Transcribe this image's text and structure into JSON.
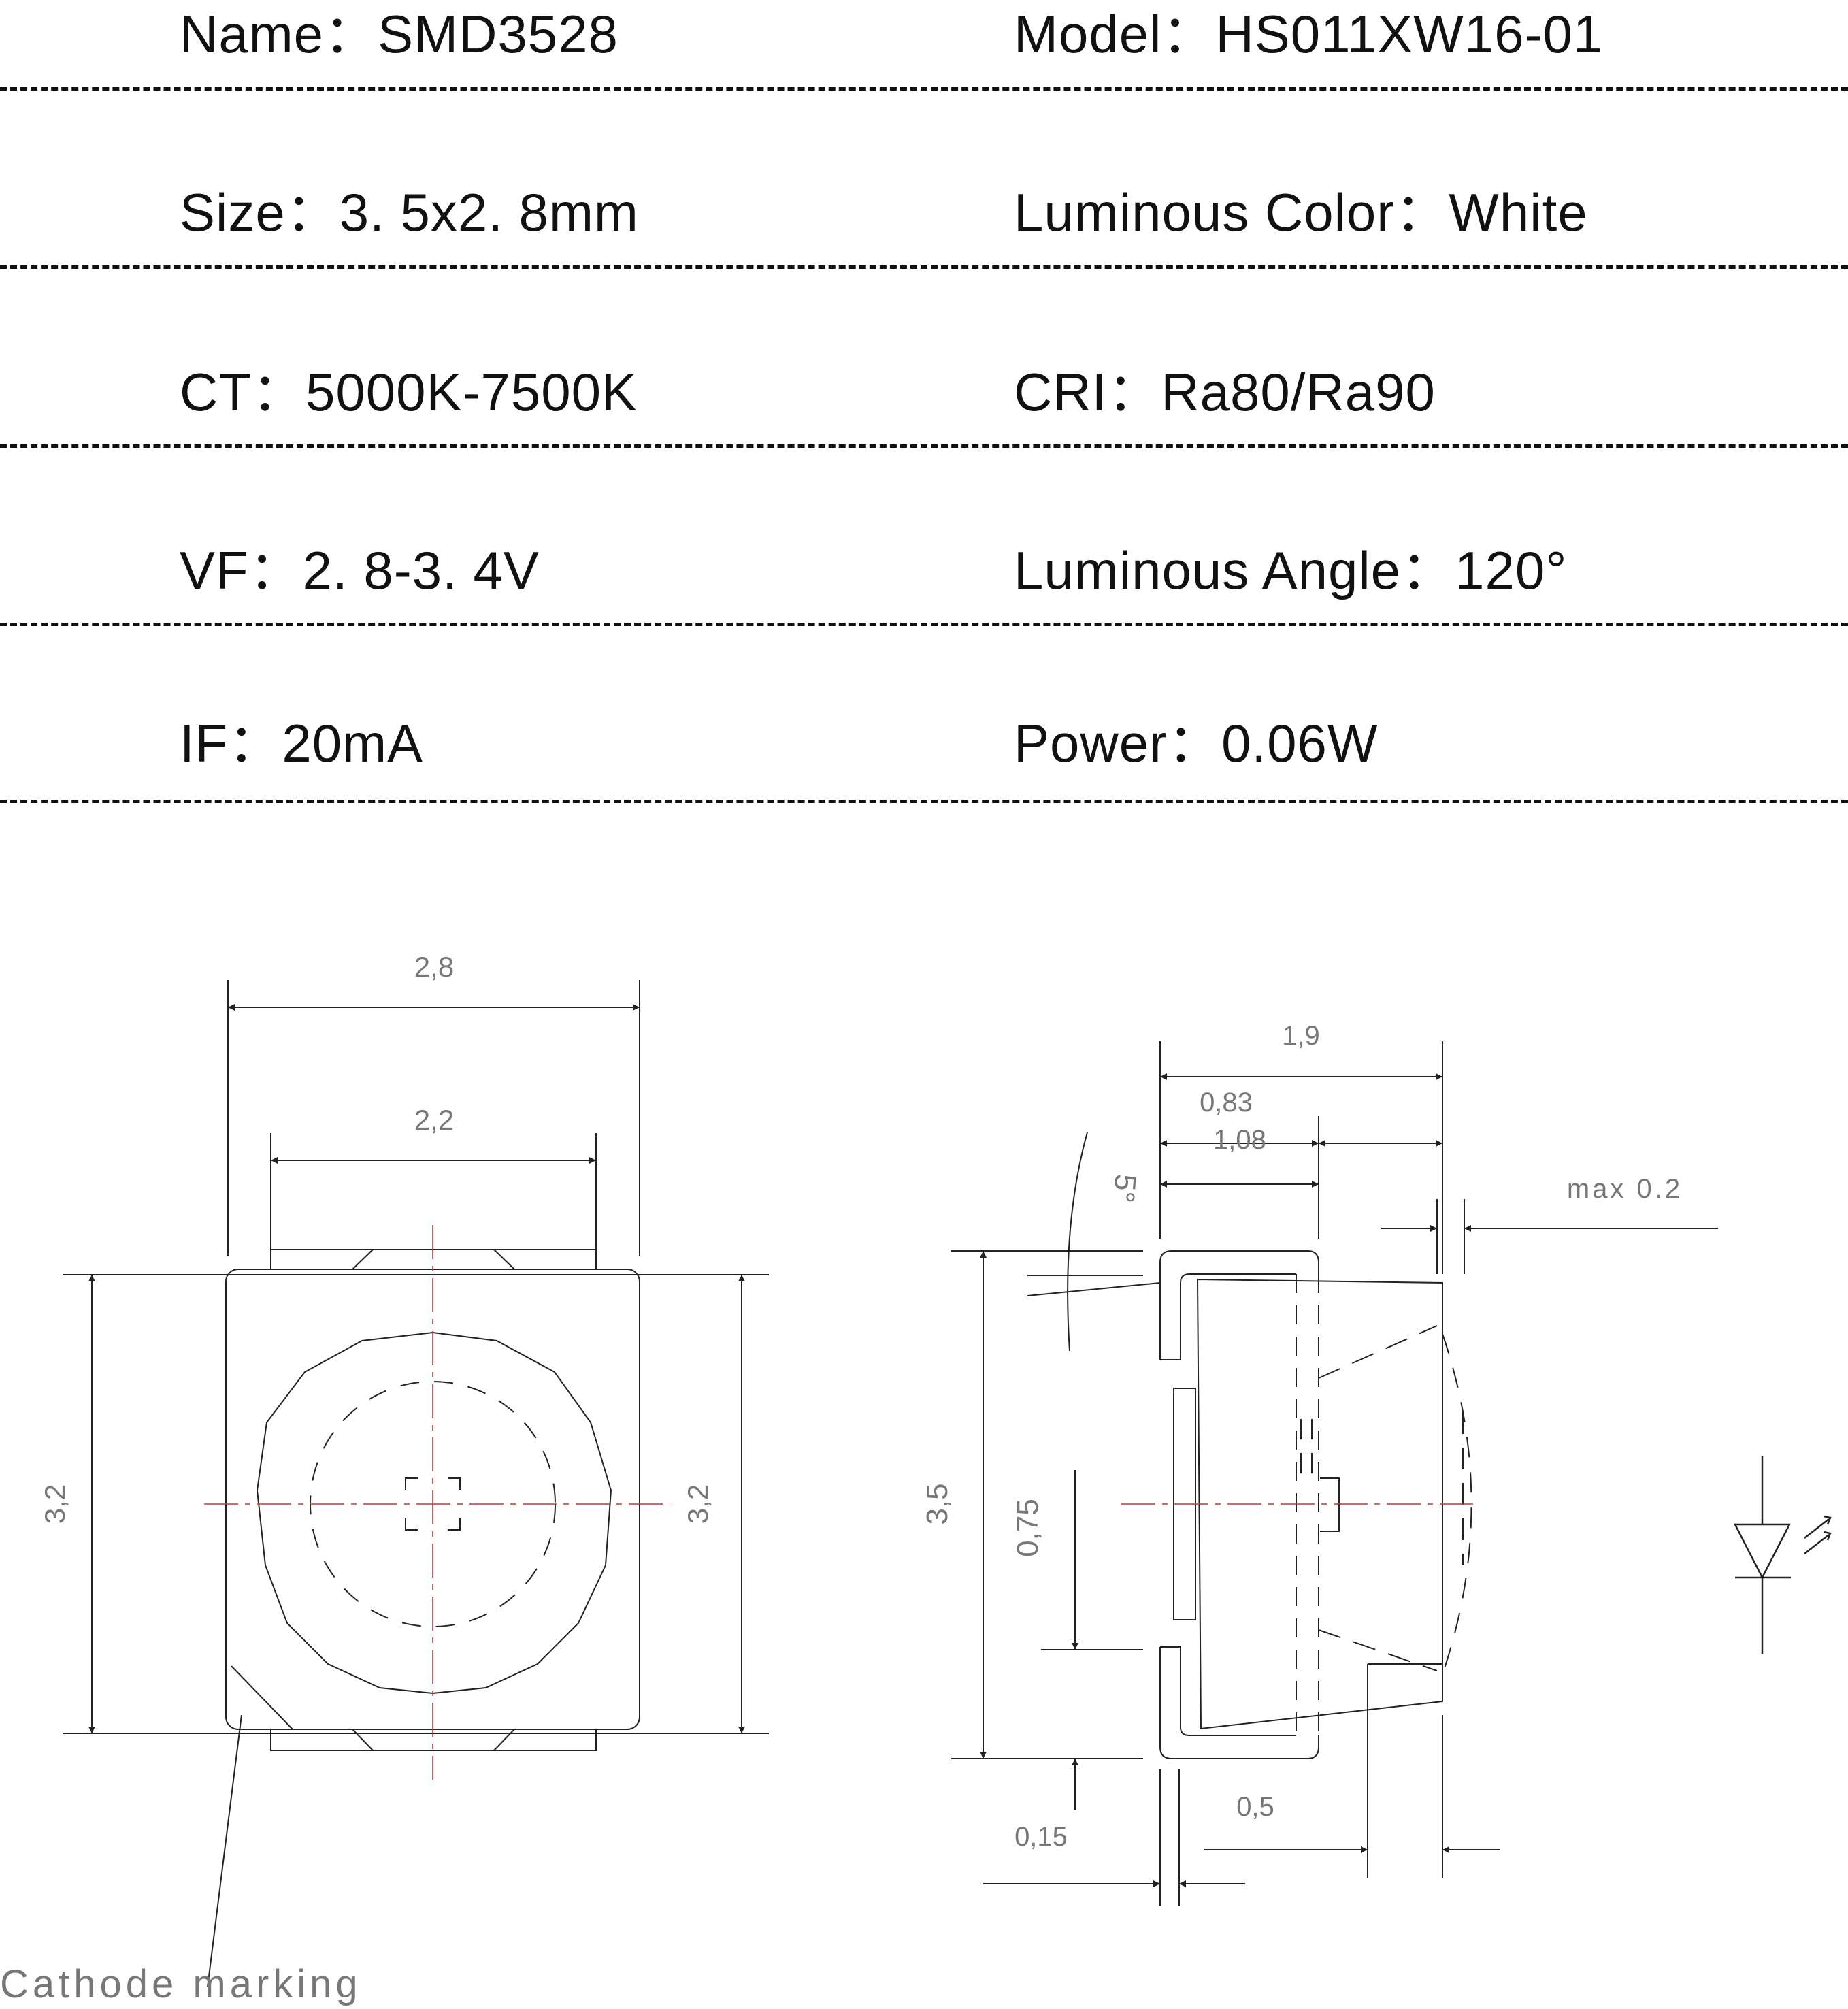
{
  "specs": {
    "name": "Name：SMD3528",
    "model": "Model：HS011XW16-01",
    "size": "Size：3. 5x2. 8mm",
    "luminous_color": "Luminous Color：White",
    "ct": "CT：5000K-7500K",
    "cri": "CRI：Ra80/Ra90",
    "vf": "VF：2. 8-3. 4V",
    "luminous_angle": "Luminous Angle：120°",
    "if": "IF：20mA",
    "power": "Power：0.06W"
  },
  "front_view": {
    "dim_width_outer": "2,8",
    "dim_width_inner": "2,2",
    "dim_height_left": "3,2",
    "dim_height_right": "3,2",
    "cathode_label": "Cathode marking"
  },
  "side_view": {
    "dim_total": "1,9",
    "dim_a": "0,83",
    "dim_b": "1,08",
    "dim_angle": "5°",
    "dim_max": "max 0.2",
    "dim_height": "3,5",
    "dim_pad": "0,75",
    "dim_thick": "0,15",
    "dim_lens": "0,5"
  },
  "colors": {
    "line": "#222222",
    "center_line": "#cc3333",
    "dim_text": "#777777"
  }
}
